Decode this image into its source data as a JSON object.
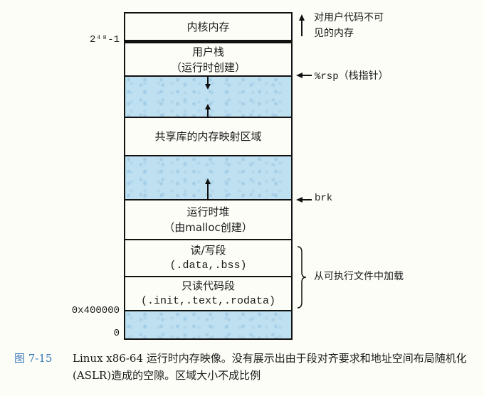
{
  "diagram": {
    "regions": [
      {
        "id": "kernel",
        "line1": "内核内存",
        "line2": "",
        "fill": "white"
      },
      {
        "id": "user-stack",
        "line1": "用户栈",
        "line2": "（运行时创建）",
        "fill": "white"
      },
      {
        "id": "gap-stack",
        "line1": "",
        "line2": "",
        "fill": "blue"
      },
      {
        "id": "shared-libs",
        "line1": "共享库的内存映射区域",
        "line2": "",
        "fill": "white"
      },
      {
        "id": "gap-heap",
        "line1": "",
        "line2": "",
        "fill": "blue"
      },
      {
        "id": "heap",
        "line1": "运行时堆",
        "line2": "（由malloc创建）",
        "fill": "white"
      },
      {
        "id": "rw-segment",
        "line1": "读/写段",
        "line2": "(.data,.bss)",
        "fill": "white"
      },
      {
        "id": "ro-segment",
        "line1": "只读代码段",
        "line2": "(.init,.text,.rodata)",
        "fill": "white"
      },
      {
        "id": "bottom-gap",
        "line1": "",
        "line2": "",
        "fill": "blue"
      }
    ],
    "left_labels": {
      "top_address": "2⁴⁸-1",
      "code_start": "0x400000",
      "zero": "0"
    },
    "right_labels": {
      "kernel_note_line1": "对用户代码不可",
      "kernel_note_line2": "见的内存",
      "rsp": "%rsp（栈指针）",
      "brk": "brk",
      "loaded_from_exe": "从可执行文件中加载"
    },
    "colors": {
      "gap_fill": "#bfe0f0",
      "border": "#111111",
      "caption_number": "#3a78b8"
    }
  },
  "caption": {
    "number": "图 7-15",
    "text": "Linux x86-64 运行时内存映像。没有展示出由于段对齐要求和地址空间布局随机化(ASLR)造成的空隙。区域大小不成比例"
  }
}
